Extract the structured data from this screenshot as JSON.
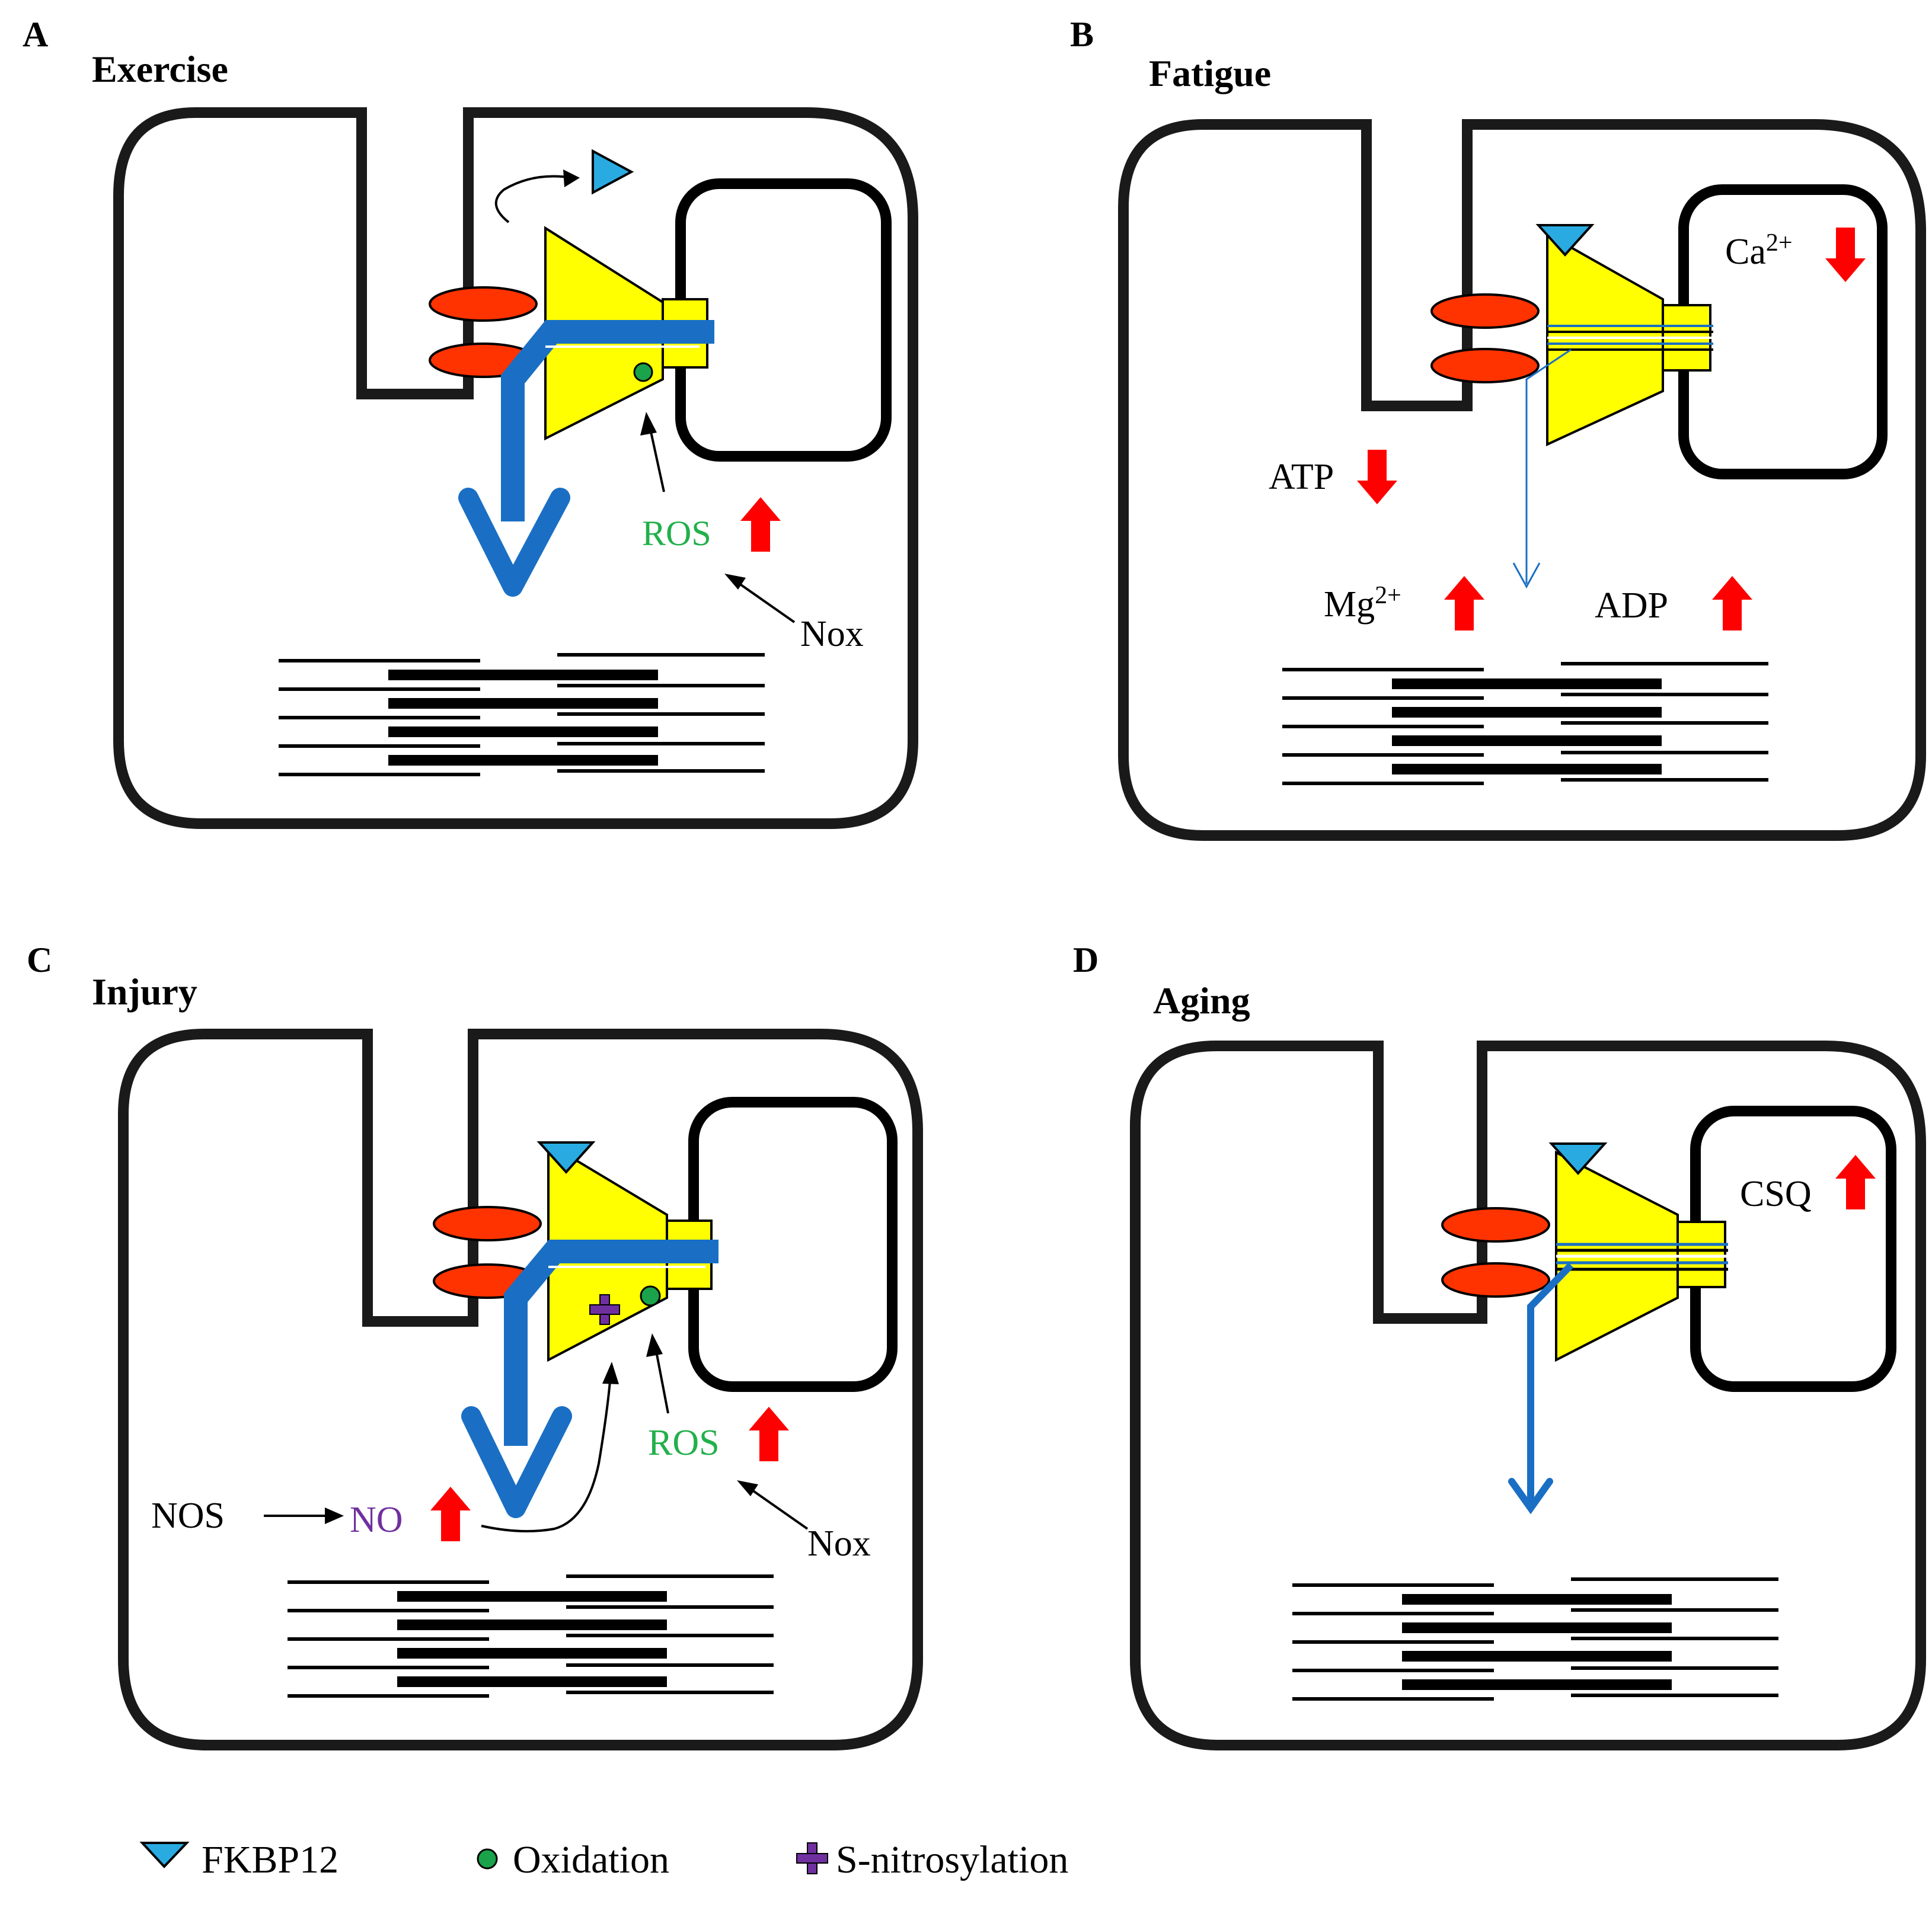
{
  "panels": {
    "A": {
      "letter": "A",
      "title": "Exercise",
      "ros": "ROS",
      "nox": "Nox"
    },
    "B": {
      "letter": "B",
      "title": "Fatigue",
      "ca": "Ca",
      "ca_sup": "2+",
      "atp": "ATP",
      "mg": "Mg",
      "mg_sup": "2+",
      "adp": "ADP"
    },
    "C": {
      "letter": "C",
      "title": "Injury",
      "ros": "ROS",
      "nox": "Nox",
      "nos": "NOS",
      "no": "NO"
    },
    "D": {
      "letter": "D",
      "title": "Aging",
      "csq": "CSQ"
    }
  },
  "legend": {
    "fkbp12": "FKBP12",
    "oxidation": "Oxidation",
    "s_nitrosylation": "S-nitrosylation"
  },
  "colors": {
    "cell_outline": "#1a1a1a",
    "ryr_yellow": "#ffff00",
    "dhpr_red": "#ff3300",
    "calcium_blue": "#1a6fc4",
    "fkbp12_cyan": "#29abe2",
    "oxidation_green": "#1aa34a",
    "snitrosylation_purple": "#7030a0",
    "change_arrow_red": "#ff0000",
    "ros_text_green": "#22b04b",
    "no_text_purple": "#7030a0"
  }
}
